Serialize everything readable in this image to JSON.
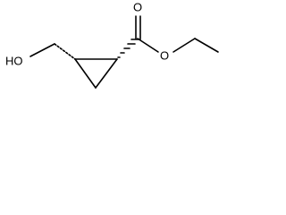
{
  "molecule": {
    "atoms": {
      "hydroxyl": "HO",
      "carbonyl_oxygen": "O",
      "ester_oxygen": "O"
    },
    "bond_stereo": {
      "left_stereo_bond": "hashed-wedge",
      "right_stereo_bond": "hashed-wedge"
    },
    "colors": {
      "stroke": "#000000",
      "background": "#ffffff"
    }
  }
}
